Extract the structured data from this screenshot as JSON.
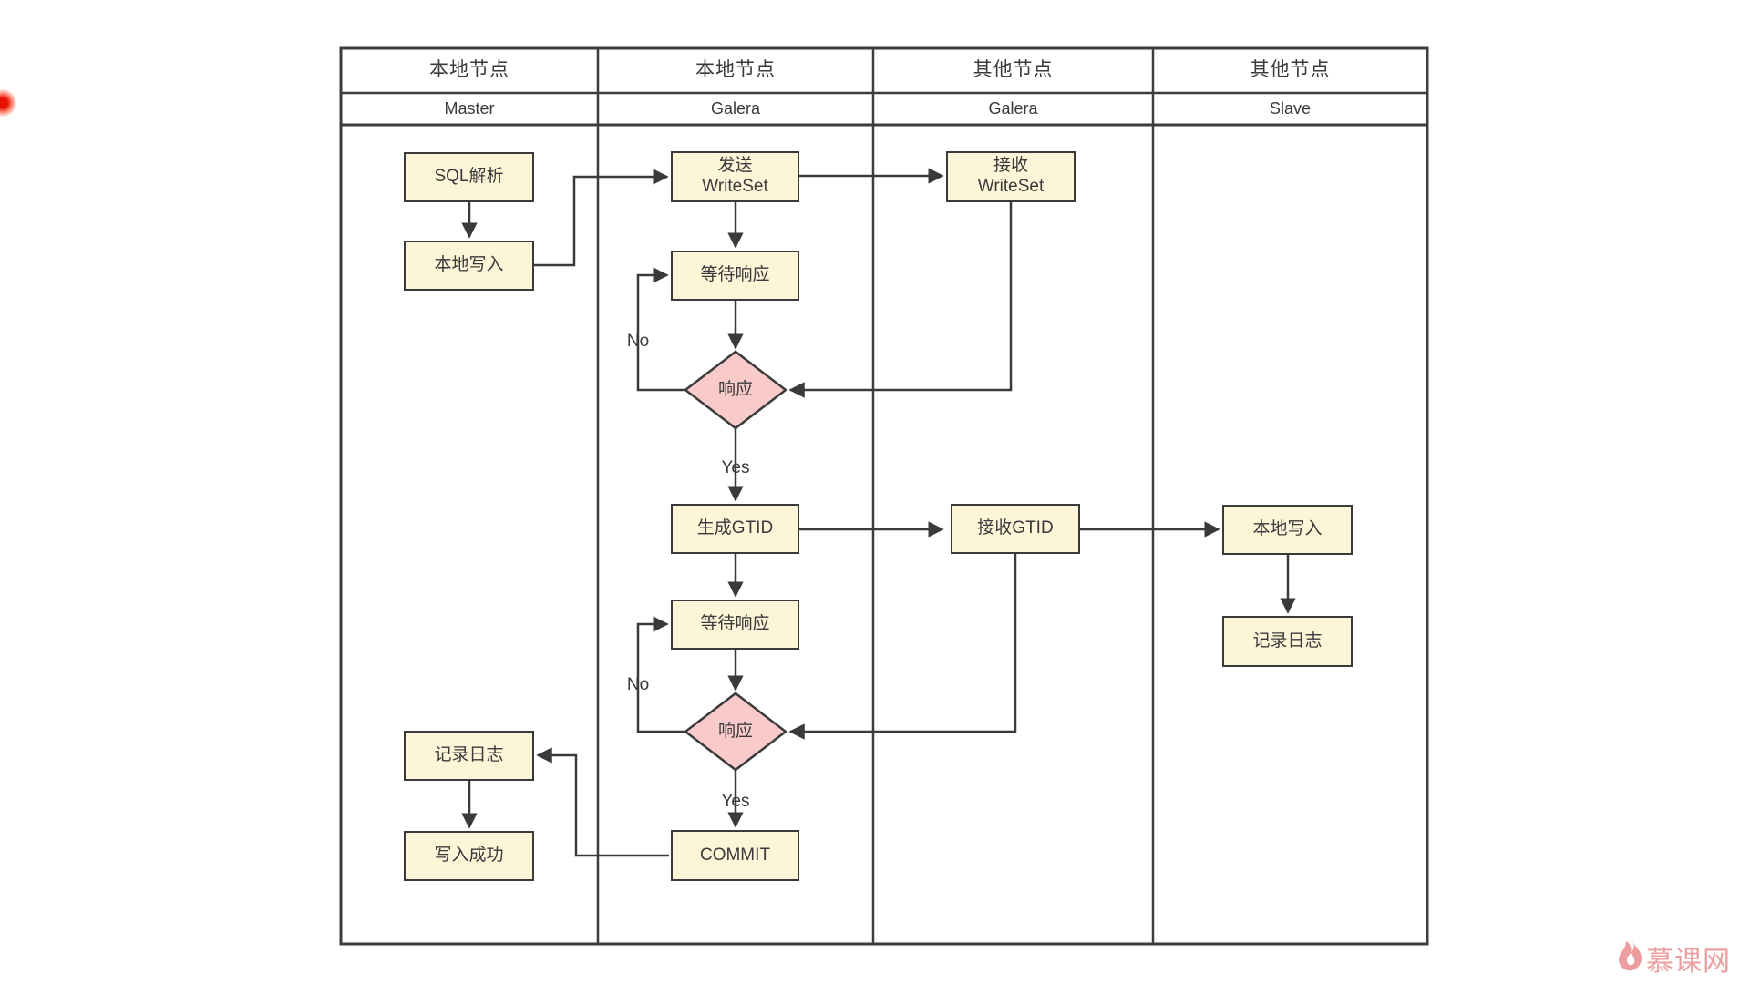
{
  "diagram": {
    "lanes": [
      {
        "title": "本地节点",
        "subtitle": "Master"
      },
      {
        "title": "本地节点",
        "subtitle": "Galera"
      },
      {
        "title": "其他节点",
        "subtitle": "Galera"
      },
      {
        "title": "其他节点",
        "subtitle": "Slave"
      }
    ],
    "nodes": {
      "sql_parse": "SQL解析",
      "local_write_master": "本地写入",
      "log_master": "记录日志",
      "write_success": "写入成功",
      "send_writeset": "发送\nWriteSet",
      "wait_response_1": "等待响应",
      "response_1": "响应",
      "gen_gtid": "生成GTID",
      "wait_response_2": "等待响应",
      "response_2": "响应",
      "commit": "COMMIT",
      "recv_writeset": "接收\nWriteSet",
      "recv_gtid": "接收GTID",
      "local_write_slave": "本地写入",
      "log_slave": "记录日志"
    },
    "edge_labels": {
      "no_1": "No",
      "yes_1": "Yes",
      "no_2": "No",
      "yes_2": "Yes"
    },
    "colors": {
      "process_fill": "#fcf5d8",
      "decision_fill": "#f8caca",
      "stroke": "#3a3a3a",
      "watermark": "#ec9d9d",
      "indicator": "#e81000"
    },
    "watermark": {
      "text": "慕课网"
    }
  }
}
